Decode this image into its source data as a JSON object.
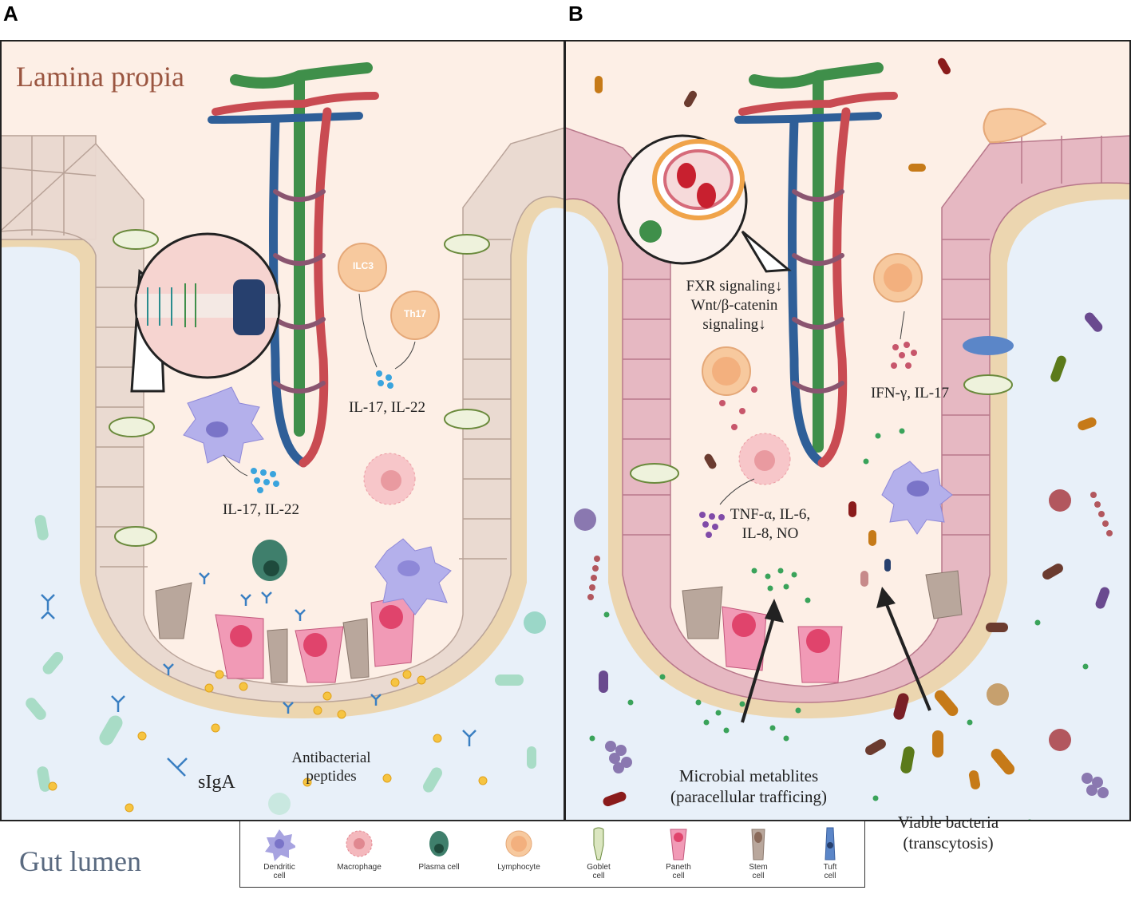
{
  "panels": {
    "a": "A",
    "b": "B"
  },
  "regions": {
    "lamina": "Lamina propia",
    "lumen": "Gut lumen"
  },
  "panel_a": {
    "ilc3": "ILC3",
    "th17": "Th17",
    "cytokines_upper": "IL-17, IL-22",
    "cytokines_lower": "IL-17, IL-22",
    "siga": "sIgA",
    "peptides_line1": "Antibacterial",
    "peptides_line2": "peptides"
  },
  "panel_b": {
    "fxr": "FXR signaling↓",
    "wnt": "Wnt/β-catenin",
    "wnt_sig": "signaling↓",
    "ifn": "IFN-γ, IL-17",
    "tnf_line1": "TNF-α, IL-6,",
    "tnf_line2": "IL-8, NO",
    "metab_line1": "Microbial metablites",
    "metab_line2": "(paracellular trafficing)",
    "bact_line1": "Viable bacteria",
    "bact_line2": "(transcytosis)"
  },
  "legend": [
    {
      "icon": "dendritic-cell-icon",
      "line1": "Dendritic",
      "line2": "cell",
      "color": "#a7a3e0"
    },
    {
      "icon": "macrophage-icon",
      "line1": "Macrophage",
      "line2": "",
      "color": "#f4b8bd"
    },
    {
      "icon": "plasma-cell-icon",
      "line1": "Plasma cell",
      "line2": "",
      "color": "#3f7f6c"
    },
    {
      "icon": "lymphocyte-icon",
      "line1": "Lymphocyte",
      "line2": "",
      "color": "#f7c99e"
    },
    {
      "icon": "goblet-cell-icon",
      "line1": "Goblet",
      "line2": "cell",
      "color": "#b9cf8e"
    },
    {
      "icon": "paneth-cell-icon",
      "line1": "Paneth",
      "line2": "cell",
      "color": "#f19ab6"
    },
    {
      "icon": "stem-cell-icon",
      "line1": "Stem",
      "line2": "cell",
      "color": "#b9a79c"
    },
    {
      "icon": "tuft-cell-icon",
      "line1": "Tuft",
      "line2": "cell",
      "color": "#5b86c8"
    }
  ],
  "colors": {
    "lamina_bg": "#fdefe6",
    "lumen_bg": "#e8f0f9",
    "basement": "#ecd6b0",
    "epithelium_a": "#ead9d0",
    "epithelium_b": "#e6b8c2",
    "artery": "#c94b52",
    "vein": "#2f5f98",
    "lymphatic": "#3f8f4a"
  }
}
